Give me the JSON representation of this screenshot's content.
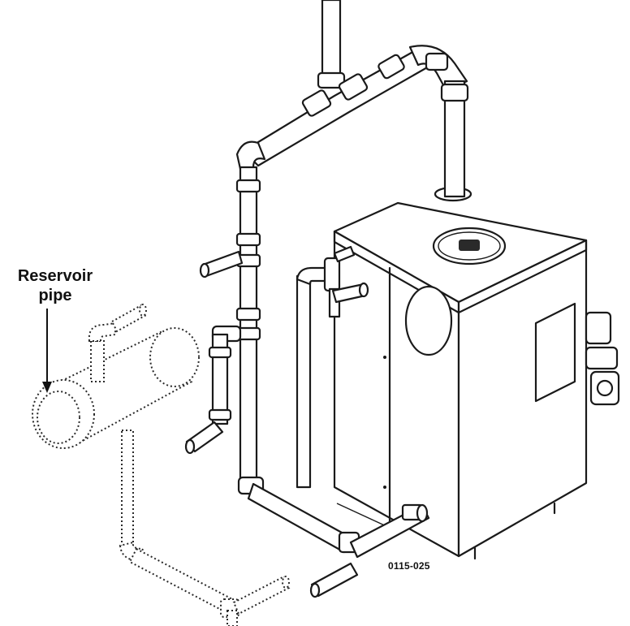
{
  "labels": {
    "reservoir_line1": "Reservoir",
    "reservoir_line2": "pipe",
    "figure_code": "0115-025"
  }
}
